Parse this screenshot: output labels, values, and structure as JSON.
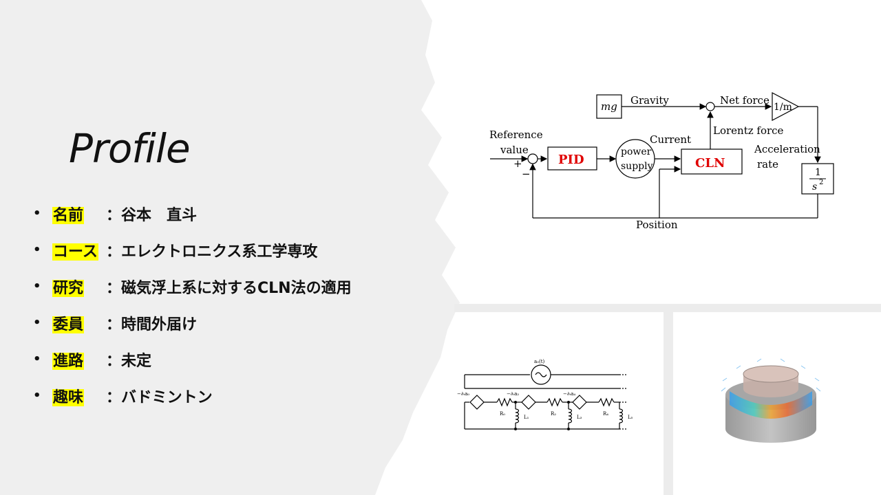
{
  "title": "Profile",
  "profile": [
    {
      "label": "名前",
      "value": "：谷本　直斗"
    },
    {
      "label": "コース",
      "value": "：エレクトロニクス系工学専攻"
    },
    {
      "label": "研究",
      "value": "：磁気浮上系に対するCLN法の適用"
    },
    {
      "label": "委員",
      "value": "：時間外届け"
    },
    {
      "label": "進路",
      "value": "：未定"
    },
    {
      "label": "趣味",
      "value": "：バドミントン"
    }
  ],
  "block_diagram": {
    "mg": "mg",
    "gravity": "Gravity",
    "net_force": "Net force",
    "inv_m": "1/m",
    "reference_value_1": "Reference",
    "reference_value_2": "value",
    "plus": "+",
    "minus": "−",
    "pid": "PID",
    "power_1": "power",
    "power_2": "supply",
    "current": "Current",
    "cln": "CLN",
    "lorentz_force": "Lorentz force",
    "acceleration_1": "Acceleration",
    "acceleration_2": "rate",
    "integrator_num": "1",
    "integrator_den": "s",
    "integrator_exp": "2",
    "position": "Position"
  },
  "circuit": {
    "source": "a₀(t)",
    "src0": "−∂ₜa₀",
    "src1": "−∂ₜa₂",
    "src2": "−∂ₜa₄",
    "r0": "R₀",
    "r1": "R₂",
    "r2": "R₄",
    "l1": "L₁",
    "l2": "L₃",
    "l3": "L₅"
  }
}
